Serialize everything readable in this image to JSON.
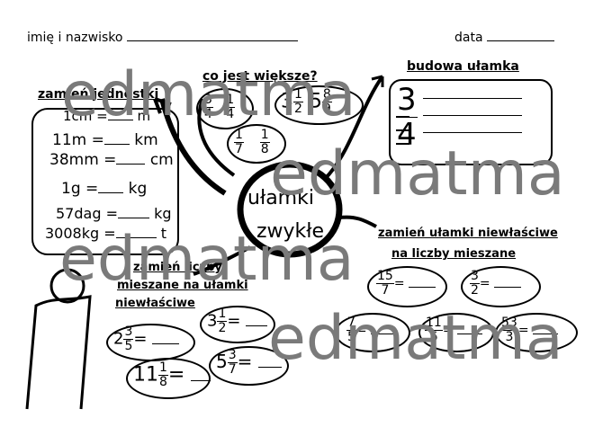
{
  "header": {
    "name_label": "imię i nazwisko",
    "date_label": "data"
  },
  "center": {
    "line1": "ułamki",
    "line2": "zwykłe"
  },
  "units": {
    "title": "zamień jednostki",
    "items": [
      {
        "left": "1cm =",
        "right": "m"
      },
      {
        "left": "11m =",
        "right": "km"
      },
      {
        "left": "38mm =",
        "right": "cm"
      },
      {
        "left": "1g =",
        "right": "kg"
      },
      {
        "left": "57dag =",
        "right": "kg"
      },
      {
        "left": "3008kg =",
        "right": "t"
      }
    ]
  },
  "compare": {
    "title": "co jest większe?",
    "pairs": [
      {
        "a": {
          "n": "3",
          "d": "4"
        },
        "b": {
          "n": "1",
          "d": "4"
        }
      },
      {
        "a": {
          "whole": "3",
          "n": "1",
          "d": "2"
        },
        "b": {
          "whole": "5",
          "n": "8",
          "d": "9"
        }
      },
      {
        "a": {
          "n": "1",
          "d": "7"
        },
        "b": {
          "n": "1",
          "d": "8"
        }
      }
    ]
  },
  "structure": {
    "title": "budowa ułamka",
    "n": "3",
    "d": "4"
  },
  "improper": {
    "title1": "zamień ułamki niewłaściwe",
    "title2": "na liczby mieszane",
    "items": [
      {
        "n": "15",
        "d": "7"
      },
      {
        "n": "3",
        "d": "2"
      },
      {
        "n": "7",
        "d": "5"
      },
      {
        "n": "11",
        "d": "6"
      },
      {
        "n": "53",
        "d": "3"
      }
    ]
  },
  "mixed": {
    "title1": "zamień liczby",
    "title2": "mieszane na ułamki",
    "title3": "niewłaściwe",
    "items": [
      {
        "whole": "3",
        "n": "1",
        "d": "2"
      },
      {
        "whole": "2",
        "n": "3",
        "d": "5"
      },
      {
        "whole": "5",
        "n": "3",
        "d": "7"
      },
      {
        "whole": "11",
        "n": "1",
        "d": "8"
      }
    ]
  },
  "watermark": "edmatma",
  "colors": {
    "ink": "#000000",
    "watermark": "#7a7a7a"
  }
}
